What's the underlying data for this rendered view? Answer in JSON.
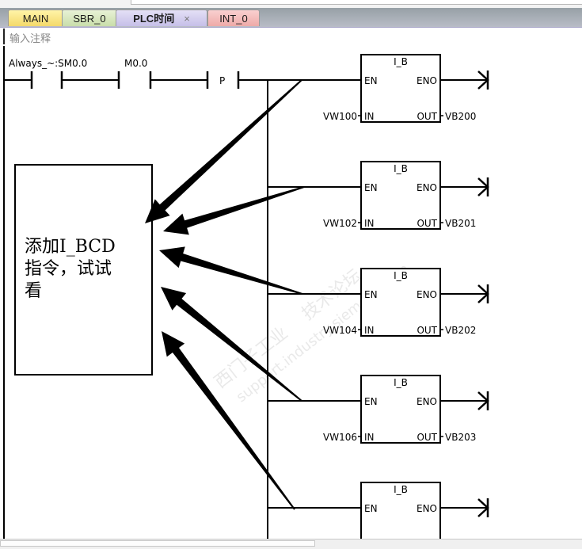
{
  "tabs": [
    {
      "label": "MAIN",
      "color": "#f4d96a"
    },
    {
      "label": "SBR_0",
      "color": "#c9deaa"
    },
    {
      "label": "PLC时间",
      "color": "#c6bfe8",
      "active": true,
      "close_icon": "×"
    },
    {
      "label": "INT_0",
      "color": "#eeaaa8"
    }
  ],
  "network": {
    "comment": "输入注释",
    "contacts": [
      {
        "label": "Always_~:SM0.0",
        "type": "normally-open"
      },
      {
        "label": "M0.0",
        "type": "normally-open"
      },
      {
        "label": "P",
        "type": "positive-edge"
      }
    ],
    "blocks": [
      {
        "title": "I_B",
        "en": "EN",
        "eno": "ENO",
        "in_pin": "IN",
        "out_pin": "OUT",
        "in": "VW100",
        "out": "VB200"
      },
      {
        "title": "I_B",
        "en": "EN",
        "eno": "ENO",
        "in_pin": "IN",
        "out_pin": "OUT",
        "in": "VW102",
        "out": "VB201"
      },
      {
        "title": "I_B",
        "en": "EN",
        "eno": "ENO",
        "in_pin": "IN",
        "out_pin": "OUT",
        "in": "VW104",
        "out": "VB202"
      },
      {
        "title": "I_B",
        "en": "EN",
        "eno": "ENO",
        "in_pin": "IN",
        "out_pin": "OUT",
        "in": "VW106",
        "out": "VB203"
      },
      {
        "title": "I_B",
        "en": "EN",
        "eno": "ENO"
      }
    ]
  },
  "annotation": {
    "lines": [
      "添加I_BCD",
      "指令，试试",
      "看"
    ]
  },
  "watermark": {
    "lines": [
      "西门子工业",
      "技术论坛",
      "support.industry.siemens.com"
    ]
  }
}
